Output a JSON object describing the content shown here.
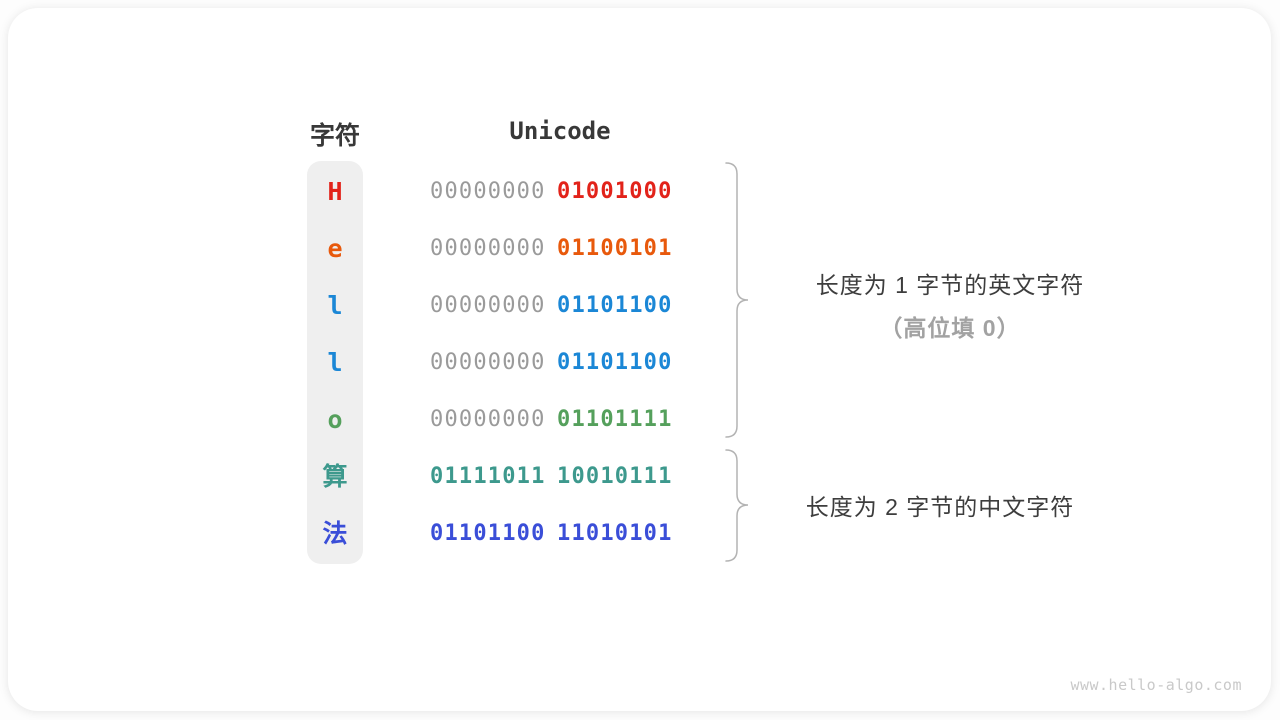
{
  "figure": {
    "headers": {
      "char": "字符",
      "unicode": "Unicode"
    },
    "rows": [
      {
        "char": "H",
        "byte1": "00000000",
        "byte2": "01001000",
        "char_color": "#e2231a",
        "byte1_color": "#9a9a9a",
        "byte2_color": "#e2231a"
      },
      {
        "char": "e",
        "byte1": "00000000",
        "byte2": "01100101",
        "char_color": "#e8590c",
        "byte1_color": "#9a9a9a",
        "byte2_color": "#e8590c"
      },
      {
        "char": "l",
        "byte1": "00000000",
        "byte2": "01101100",
        "char_color": "#1b87d6",
        "byte1_color": "#9a9a9a",
        "byte2_color": "#1b87d6"
      },
      {
        "char": "l",
        "byte1": "00000000",
        "byte2": "01101100",
        "char_color": "#1b87d6",
        "byte1_color": "#9a9a9a",
        "byte2_color": "#1b87d6"
      },
      {
        "char": "o",
        "byte1": "00000000",
        "byte2": "01101111",
        "char_color": "#55a05c",
        "byte1_color": "#9a9a9a",
        "byte2_color": "#55a05c"
      },
      {
        "char": "算",
        "byte1": "01111011",
        "byte2": "10010111",
        "char_color": "#3d998d",
        "byte1_color": "#3d998d",
        "byte2_color": "#3d998d"
      },
      {
        "char": "法",
        "byte1": "01101100",
        "byte2": "11010101",
        "char_color": "#3a4ed8",
        "byte1_color": "#3a4ed8",
        "byte2_color": "#3a4ed8"
      }
    ],
    "annotations": {
      "english": {
        "line1": "长度为 1 字节的英文字符",
        "line2": "（高位填 0）"
      },
      "chinese": {
        "line1": "长度为 2 字节的中文字符"
      }
    },
    "watermark": "www.hello-algo.com",
    "colors": {
      "dim_zero": "#9a9a9a",
      "header_text": "#383838",
      "brace": "#b3b3b3",
      "annotation_text": "#3d3d3d",
      "annotation_sub": "#a2a2a2",
      "column_bg": "#efefef"
    }
  }
}
